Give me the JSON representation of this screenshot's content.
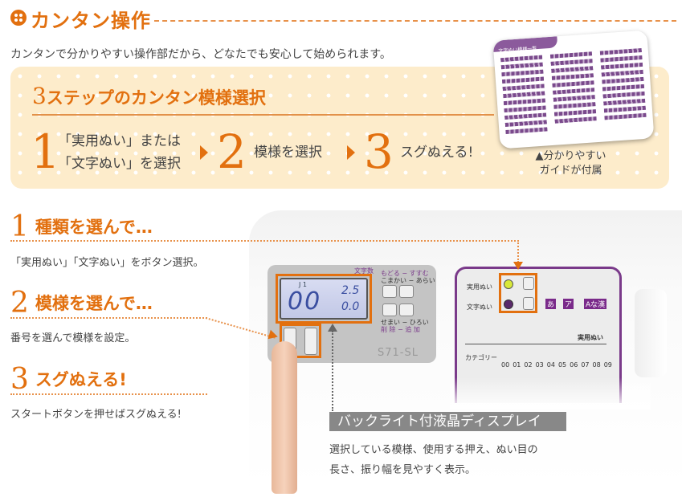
{
  "header": {
    "title": "カンタン操作",
    "subtitle": "カンタンで分かりやすい操作部だから、どなたでも安心して始められます。"
  },
  "steps_box": {
    "heading_num": "3",
    "heading": "ステップのカンタン模様選択",
    "steps": [
      {
        "num": "1",
        "line1": "「実用ぬい」または",
        "line2": "「文字ぬい」を選択"
      },
      {
        "num": "2",
        "text": "模様を選択"
      },
      {
        "num": "3",
        "text": "スグぬえる!"
      }
    ],
    "guide_caption_1": "▲分かりやすい",
    "guide_caption_2": "ガイドが付属",
    "guide_card_title": "文字ぬい模様一覧"
  },
  "details": [
    {
      "num": "1",
      "title": "種類を選んで…",
      "desc": "「実用ぬい」「文字ぬい」をボタン選択。"
    },
    {
      "num": "2",
      "title": "模様を選んで…",
      "desc": "番号を選んで模様を設定。"
    },
    {
      "num": "3",
      "title": "スグぬえる!",
      "desc": "スタートボタンを押せばスグぬえる!"
    }
  ],
  "machine": {
    "lcd_pattern": "00",
    "lcd_length": "2.5",
    "lcd_width": "0.0",
    "lcd_top": "J   1",
    "model": "S71-SL",
    "labels": {
      "back": "もどる − すすむ",
      "fine": "こまかい − あらい",
      "narrow": "せまい − ひろい",
      "delete": "削 除 − 追 加",
      "char": "文字数",
      "util": "実用ぬい",
      "letter": "文字ぬい",
      "util_header": "実用ぬい",
      "category": "カテゴリー",
      "hira": "あ",
      "kata": "ア",
      "alpha": "Aな漢"
    },
    "pattern_numbers": [
      "00",
      "01",
      "02",
      "03",
      "04",
      "05",
      "06",
      "07",
      "08",
      "09"
    ]
  },
  "lcd_callout": {
    "label": "バックライト付液晶ディスプレイ",
    "desc1": "選択している模様、使用する押え、ぬい目の",
    "desc2": "長さ、振り幅を見やすく表示。"
  },
  "colors": {
    "accent": "#e2700f",
    "beige": "#fdeccb",
    "purple": "#7a3a8a"
  }
}
